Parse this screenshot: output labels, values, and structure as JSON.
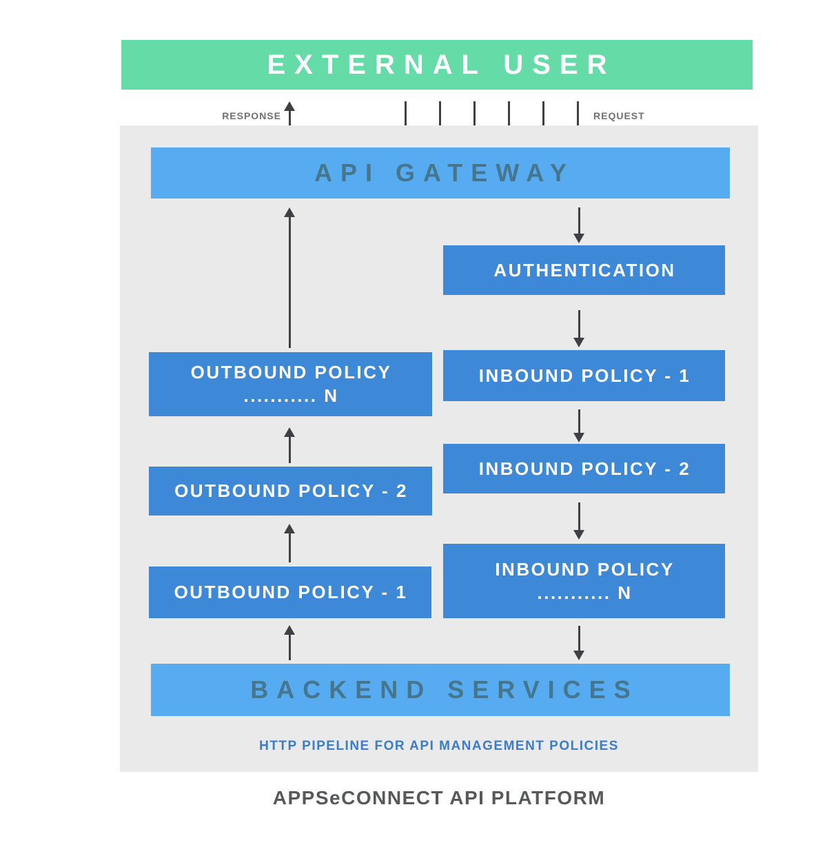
{
  "banner": {
    "label": "EXTERNAL USER"
  },
  "flow": {
    "response_label": "RESPONSE",
    "request_label": "REQUEST"
  },
  "gateway": {
    "label": "API GATEWAY"
  },
  "inbound_column": {
    "authentication": "AUTHENTICATION",
    "policy_1": "INBOUND POLICY - 1",
    "policy_2": "INBOUND POLICY - 2",
    "policy_n_line1": "INBOUND POLICY",
    "policy_n_line2": "........... N"
  },
  "outbound_column": {
    "policy_n_line1": "OUTBOUND POLICY",
    "policy_n_line2": "........... N",
    "policy_2": "OUTBOUND POLICY - 2",
    "policy_1": "OUTBOUND POLICY - 1"
  },
  "backend": {
    "label": "BACKEND SERVICES"
  },
  "caption": "HTTP PIPELINE FOR API MANAGEMENT POLICIES",
  "title": "APPSeCONNECT API PLATFORM",
  "colors": {
    "banner_green": "#65DBA8",
    "band_light_blue": "#57ABF1",
    "box_dark_blue": "#3E88D8",
    "band_text_teal": "#45768E",
    "panel_gray": "#EAEAEA",
    "arrow_dark": "#3E4043",
    "caption_blue": "#3A7CC9",
    "title_gray": "#57585A",
    "flow_label_gray": "#6F7073"
  }
}
